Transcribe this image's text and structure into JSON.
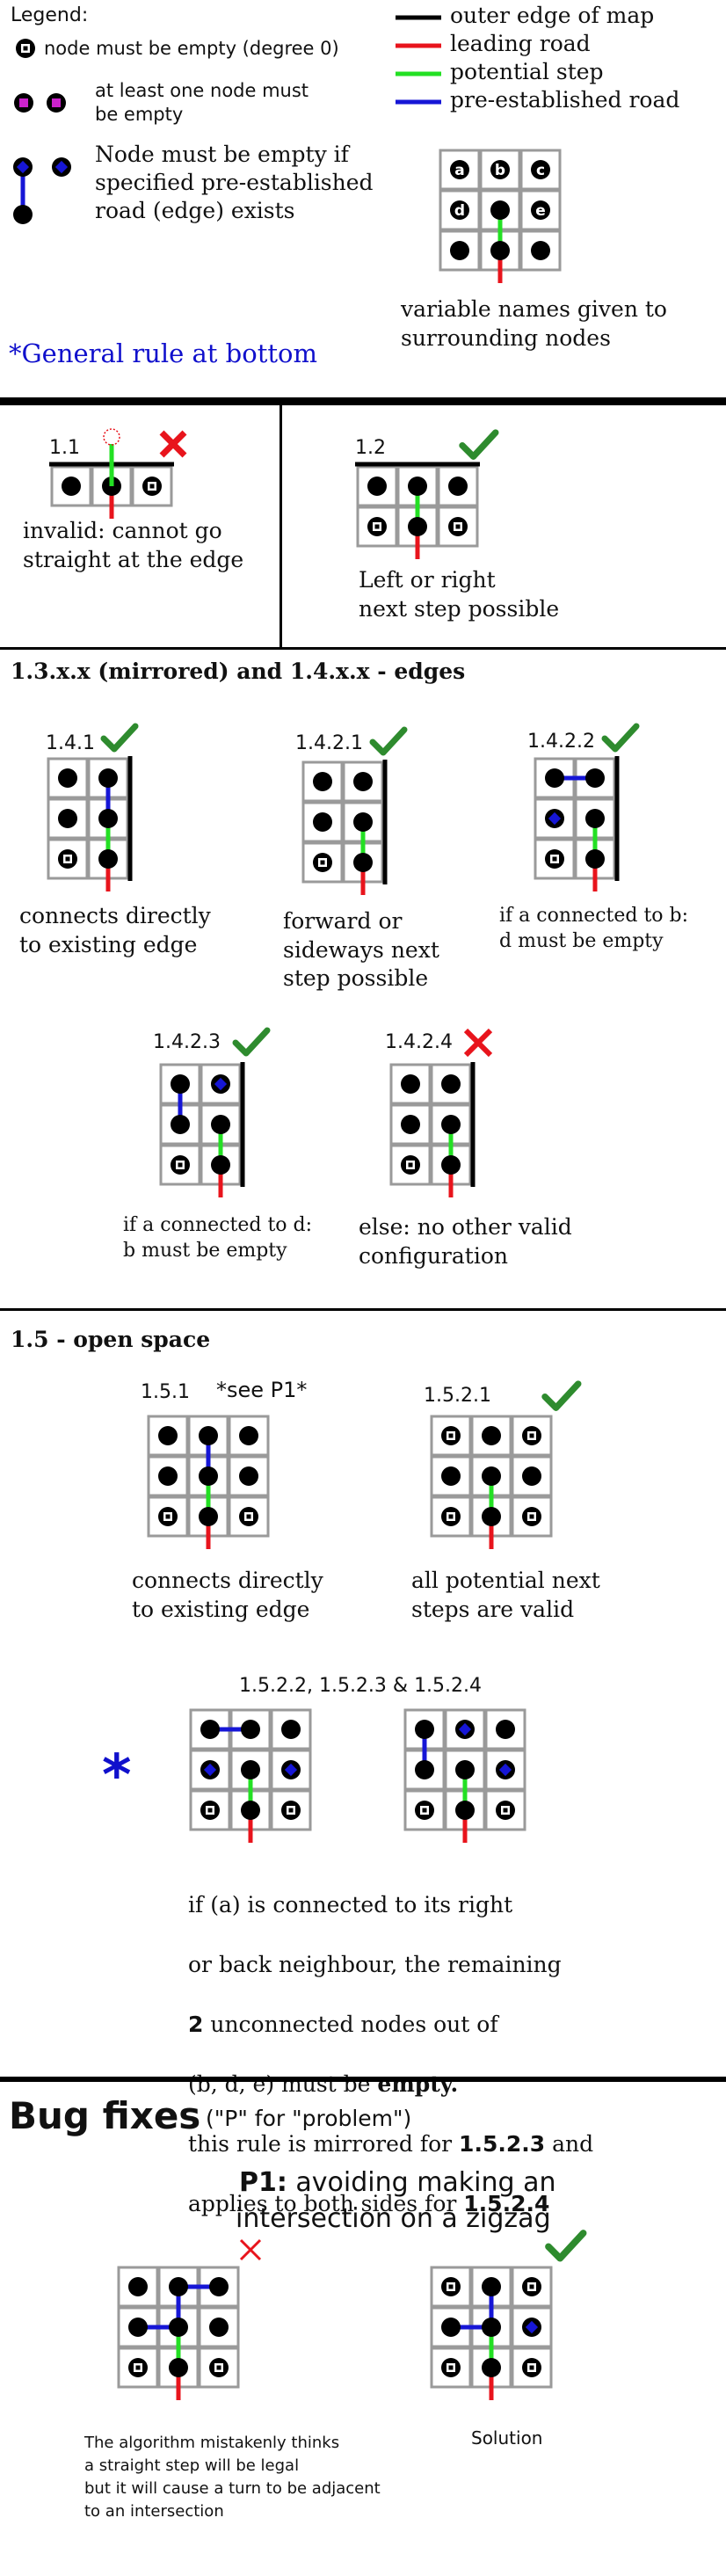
{
  "legend": {
    "title": "Legend:",
    "empty": "node must be empty (degree 0)",
    "one_empty": "at least one node must\nbe empty",
    "conditional": "Node must be empty if\nspecified pre-established\nroad (edge) exists",
    "outer_edge": "outer edge of map",
    "leading": "leading road",
    "potential": "potential step",
    "established": "pre-established road",
    "varnames": "variable names given to\nsurrounding nodes",
    "var_a": "a",
    "var_b": "b",
    "var_c": "c",
    "var_d": "d",
    "var_e": "e",
    "general_rule": "*General rule at bottom"
  },
  "s1": {
    "d11_label": "1.1",
    "d11_caption": "invalid: cannot go\nstraight at the edge",
    "d12_label": "1.2",
    "d12_caption": "Left or right\nnext step possible"
  },
  "s2": {
    "title": "1.3.x.x (mirrored) and 1.4.x.x - edges",
    "d141_label": "1.4.1",
    "d141_caption": "connects directly\nto existing edge",
    "d1421_label": "1.4.2.1",
    "d1421_caption": "forward or\nsideways next\nstep possible",
    "d1422_label": "1.4.2.2",
    "d1422_caption": "if a connected to b:\nd must be empty",
    "d1423_label": "1.4.2.3",
    "d1423_caption": "if a connected to d:\nb must be empty",
    "d1424_label": "1.4.2.4",
    "d1424_caption": "else: no other valid\nconfiguration"
  },
  "s3": {
    "title": "1.5 - open space",
    "d151_label": "1.5.1",
    "d151_note": "*see P1*",
    "d151_caption": "connects directly\nto existing edge",
    "d1521_label": "1.5.2.1",
    "d1521_caption": "all potential next\nsteps are valid",
    "d152x_label": "1.5.2.2, 1.5.2.3 & 1.5.2.4",
    "star": "*",
    "rule_line1": "if (a) is connected to its right",
    "rule_line2": "or back neighbour, the remaining",
    "rule_num": "2",
    "rule_line3_rest": " unconnected nodes out of",
    "rule_line4a": "(b, d, e) must be ",
    "rule_line4b": "empty.",
    "rule_line5a": "this rule is mirrored for ",
    "rule_line5b": "1.5.2.3",
    "rule_line5c": " and",
    "rule_line6a": "applies to both sides for ",
    "rule_line6b": "1.5.2.4"
  },
  "bugs": {
    "title": "Bug fixes",
    "subtitle": "(\"P\" for \"problem\")",
    "p1_label": "P1:",
    "p1_line1": " avoiding making an",
    "p1_line2": "intersection on a zigzag",
    "left_caption": "The algorithm mistakenly thinks\na straight step will be legal\nbut it will cause a turn to be adjacent\nto an intersection",
    "right_caption": "Solution"
  },
  "colors": {
    "outer_edge": "#000000",
    "leading": "#e8141c",
    "potential": "#23e023",
    "established": "#1616d6",
    "valid": "#2e8b2e",
    "invalid": "#e8141c",
    "one_empty_dot": "#cc22cc"
  }
}
